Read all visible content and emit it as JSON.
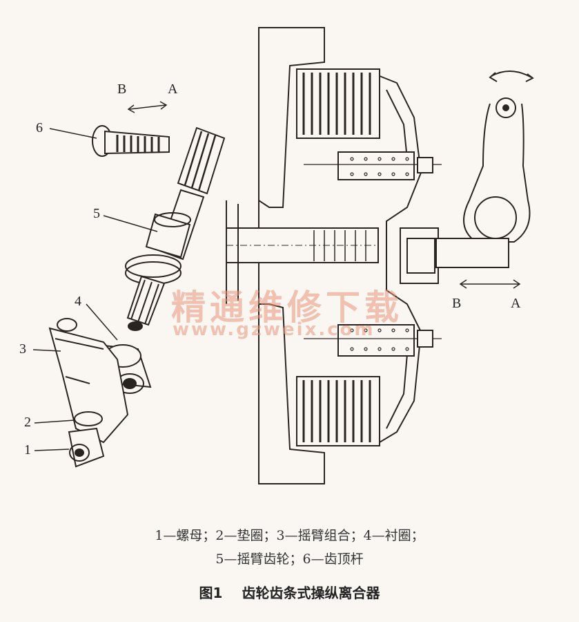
{
  "labels": {
    "dir_b_top": "B",
    "dir_a_top": "A",
    "dir_b_right": "B",
    "dir_a_right": "A",
    "p6": "6",
    "p5": "5",
    "p4": "4",
    "p3": "3",
    "p2": "2",
    "p1": "1"
  },
  "watermark": {
    "cn": "精通维修下载",
    "url": "www.gzweix.com"
  },
  "legend": {
    "line1": "1—螺母；2—垫圈；3—摇臂组合；4—衬圈；",
    "line2": "5—摇臂齿轮；6—齿顶杆"
  },
  "caption": {
    "number": "图1",
    "title": "齿轮齿条式操纵离合器"
  },
  "colors": {
    "ink": "#2a2420",
    "paper": "#faf7f3",
    "watermark": "#e89678"
  }
}
